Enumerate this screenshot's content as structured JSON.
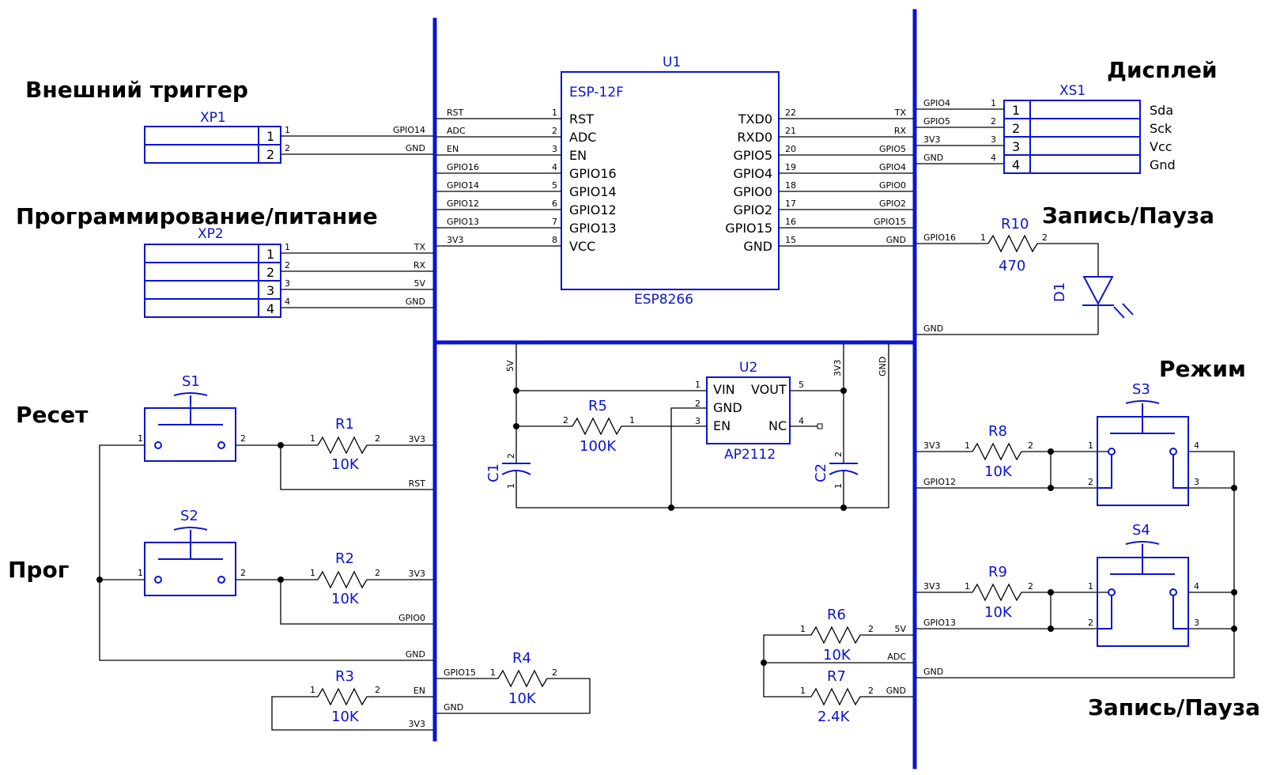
{
  "headings": {
    "ext_trigger": "Внешний триггер",
    "programming": "Программирование/питание",
    "display": "Дисплей",
    "rec_pause_top": "Запись/Пауза",
    "mode": "Режим",
    "reset": "Ресет",
    "prog": "Прог",
    "rec_pause_bottom": "Запись/Пауза"
  },
  "u1": {
    "ref": "U1",
    "model": "ESP-12F",
    "value": "ESP8266",
    "left_pins": [
      {
        "num": "1",
        "name": "RST",
        "net": "RST"
      },
      {
        "num": "2",
        "name": "ADC",
        "net": "ADC"
      },
      {
        "num": "3",
        "name": "EN",
        "net": "EN"
      },
      {
        "num": "4",
        "name": "GPIO16",
        "net": "GPIO16"
      },
      {
        "num": "5",
        "name": "GPIO14",
        "net": "GPIO14"
      },
      {
        "num": "6",
        "name": "GPIO12",
        "net": "GPIO12"
      },
      {
        "num": "7",
        "name": "GPIO13",
        "net": "GPIO13"
      },
      {
        "num": "8",
        "name": "VCC",
        "net": "3V3"
      }
    ],
    "right_pins": [
      {
        "num": "22",
        "name": "TXD0",
        "net": "TX"
      },
      {
        "num": "21",
        "name": "RXD0",
        "net": "RX"
      },
      {
        "num": "20",
        "name": "GPIO5",
        "net": "GPIO5"
      },
      {
        "num": "19",
        "name": "GPIO4",
        "net": "GPIO4"
      },
      {
        "num": "18",
        "name": "GPIO0",
        "net": "GPIO0"
      },
      {
        "num": "17",
        "name": "GPIO2",
        "net": "GPIO2"
      },
      {
        "num": "16",
        "name": "GPIO15",
        "net": "GPIO15"
      },
      {
        "num": "15",
        "name": "GND",
        "net": "GND"
      }
    ]
  },
  "xp1": {
    "ref": "XP1",
    "pins": [
      {
        "num": "1",
        "net": "GPIO14"
      },
      {
        "num": "2",
        "net": "GND"
      }
    ]
  },
  "xp2": {
    "ref": "XP2",
    "pins": [
      {
        "num": "1",
        "net": "TX"
      },
      {
        "num": "2",
        "net": "RX"
      },
      {
        "num": "3",
        "net": "5V"
      },
      {
        "num": "4",
        "net": "GND"
      }
    ]
  },
  "xs1": {
    "ref": "XS1",
    "pins": [
      {
        "num": "1",
        "net": "GPIO4",
        "label": "Sda"
      },
      {
        "num": "2",
        "net": "GPIO5",
        "label": "Sck"
      },
      {
        "num": "3",
        "net": "3V3",
        "label": "Vcc"
      },
      {
        "num": "4",
        "net": "GND",
        "label": "Gnd"
      }
    ]
  },
  "u2": {
    "ref": "U2",
    "value": "AP2112",
    "pins": [
      {
        "num": "1",
        "name": "VIN"
      },
      {
        "num": "2",
        "name": "GND"
      },
      {
        "num": "3",
        "name": "EN"
      },
      {
        "num": "5",
        "name": "VOUT"
      },
      {
        "num": "4",
        "name": "NC"
      }
    ],
    "nets": {
      "in": "5V",
      "out": "3V3",
      "gnd": "GND"
    }
  },
  "resistors": [
    {
      "ref": "R1",
      "value": "10K"
    },
    {
      "ref": "R2",
      "value": "10K"
    },
    {
      "ref": "R3",
      "value": "10K"
    },
    {
      "ref": "R4",
      "value": "10K"
    },
    {
      "ref": "R5",
      "value": "100K"
    },
    {
      "ref": "R6",
      "value": "10K"
    },
    {
      "ref": "R7",
      "value": "2.4K"
    },
    {
      "ref": "R8",
      "value": "10K"
    },
    {
      "ref": "R9",
      "value": "10K"
    },
    {
      "ref": "R10",
      "value": "470"
    }
  ],
  "capacitors": [
    {
      "ref": "C1"
    },
    {
      "ref": "C2"
    }
  ],
  "switches": [
    {
      "ref": "S1"
    },
    {
      "ref": "S2"
    },
    {
      "ref": "S3"
    },
    {
      "ref": "S4"
    }
  ],
  "led": {
    "ref": "D1"
  },
  "nets": {
    "rst": "RST",
    "adc": "ADC",
    "en": "EN",
    "gpio16": "GPIO16",
    "gpio14": "GPIO14",
    "gpio12": "GPIO12",
    "gpio13": "GPIO13",
    "v33": "3V3",
    "tx": "TX",
    "rx": "RX",
    "gpio5": "GPIO5",
    "gpio4": "GPIO4",
    "gpio0": "GPIO0",
    "gpio2": "GPIO2",
    "gpio15": "GPIO15",
    "gnd": "GND",
    "v5": "5V"
  },
  "pin_nums": {
    "p1": "1",
    "p2": "2",
    "p3": "3",
    "p4": "4",
    "p5": "5"
  }
}
